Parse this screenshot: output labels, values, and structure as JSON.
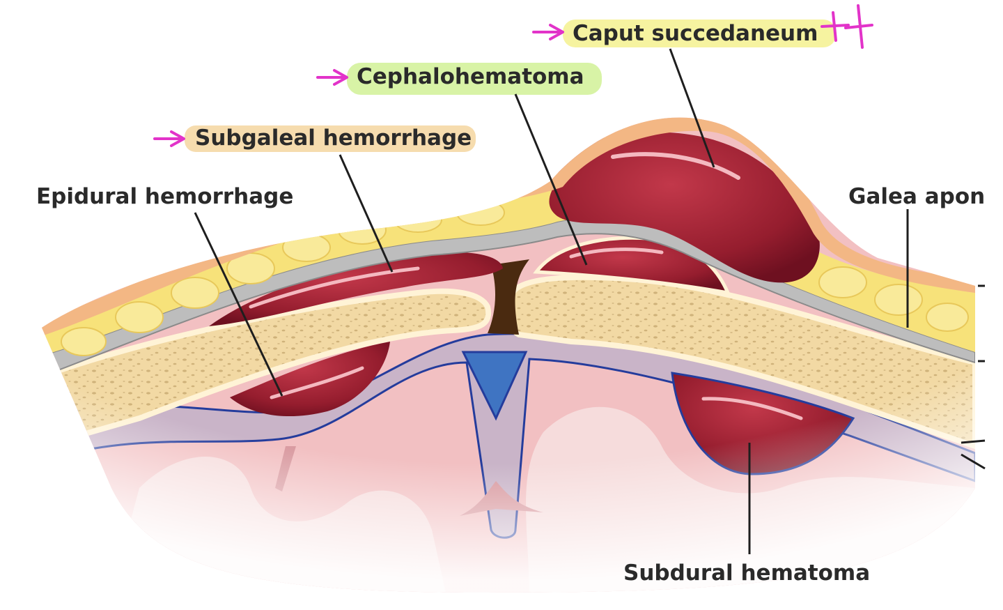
{
  "labels": {
    "caput": "Caput succedaneum",
    "cephalo": "Cephalohematoma",
    "subgaleal": "Subgaleal hemorrhage",
    "epidural": "Epidural hemorrhage",
    "galea": "Galea apon",
    "subdural": "Subdural hematoma"
  },
  "highlights": {
    "caput": "#f6f3a0",
    "cephalo": "#d8f3a6",
    "subgaleal": "#f6dcae"
  },
  "annotation_color": "#e233c9",
  "colors": {
    "scalp": "#f3b784",
    "fat": "#f7e27a",
    "galea": "#bdbdbd",
    "periosteum": "#fff3d6",
    "bone": "#f2d9a4",
    "dura": "#c9b4c8",
    "dura_outline": "#243c9c",
    "brain": "#f2c0c2",
    "brain_light": "#f6dcdc",
    "blood": "#9c1f30",
    "blood_dark": "#6e1020",
    "sinus": "#3f74c2",
    "suture": "#4a2a10"
  }
}
